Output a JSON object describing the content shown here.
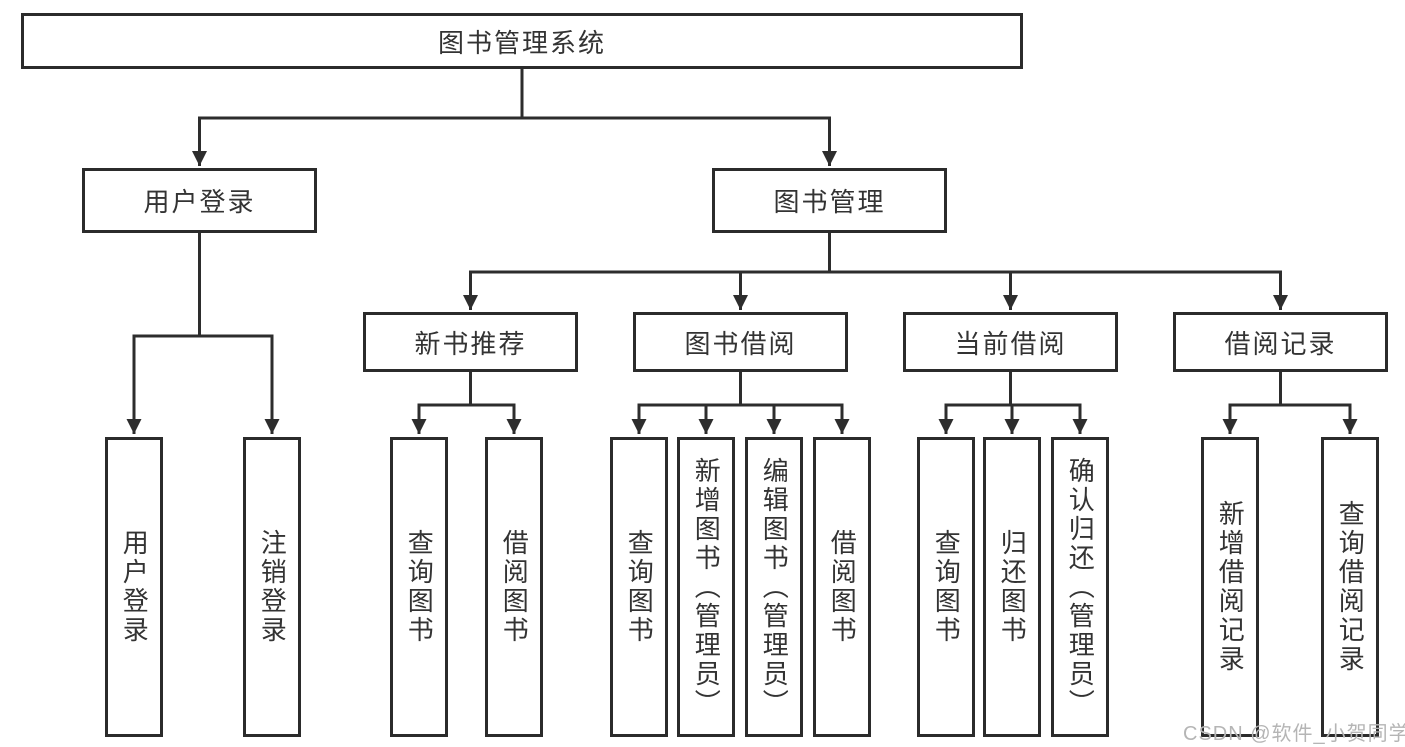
{
  "diagram": {
    "root": {
      "label": "图书管理系统",
      "children": [
        {
          "label": "用户登录",
          "children": [
            {
              "label": "用户登录"
            },
            {
              "label": "注销登录"
            }
          ]
        },
        {
          "label": "图书管理",
          "children": [
            {
              "label": "新书推荐",
              "children": [
                {
                  "label": "查询图书"
                },
                {
                  "label": "借阅图书"
                }
              ]
            },
            {
              "label": "图书借阅",
              "children": [
                {
                  "label": "查询图书"
                },
                {
                  "label": "新增图书（管理员）"
                },
                {
                  "label": "编辑图书（管理员）"
                },
                {
                  "label": "借阅图书"
                }
              ]
            },
            {
              "label": "当前借阅",
              "children": [
                {
                  "label": "查询图书"
                },
                {
                  "label": "归还图书"
                },
                {
                  "label": "确认归还（管理员）"
                }
              ]
            },
            {
              "label": "借阅记录",
              "children": [
                {
                  "label": "新增借阅记录"
                },
                {
                  "label": "查询借阅记录"
                }
              ]
            }
          ]
        }
      ]
    }
  },
  "watermark": "CSDN @软件_小贺同学",
  "colors": {
    "line": "#2d2d2d",
    "border": "#2b2b2b",
    "text": "#333333",
    "watermark": "#b5b5b5",
    "background": "#ffffff"
  }
}
